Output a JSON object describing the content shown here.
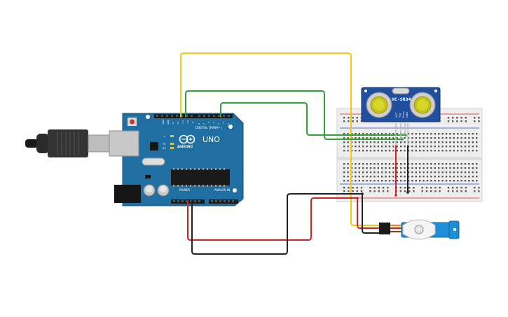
{
  "arduino": {
    "brand": "ARDUINO",
    "model": "UNO",
    "digital_label": "DIGITAL (PWM~)",
    "power_label": "POWER",
    "analog_label": "ANALOG IN",
    "tx_label": "TX",
    "rx_label": "RX",
    "l_label": "L",
    "on_label": "ON"
  },
  "sensor": {
    "model": "HC-SR04",
    "pins": [
      "VCC",
      "Trig",
      "Echo",
      "GND"
    ]
  },
  "colors": {
    "board": "#1f6fa3",
    "wire_yellow": "#f2c811",
    "wire_green": "#2fa23a",
    "wire_red": "#d42222",
    "wire_black": "#222222",
    "servo": "#1e8fd6",
    "breadboard": "#eeeeee"
  }
}
